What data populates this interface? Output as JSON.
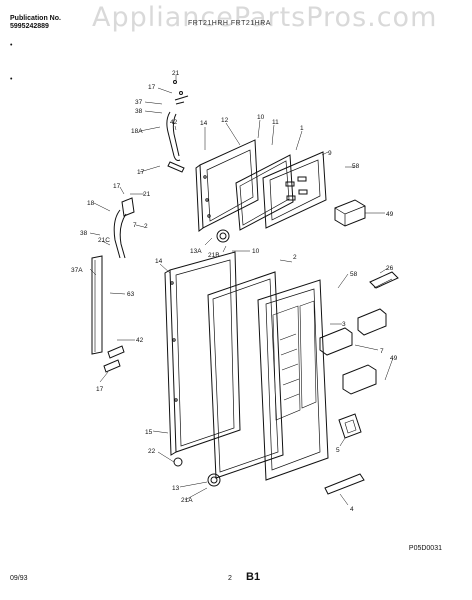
{
  "header": {
    "publication_label": "Publication No.",
    "publication_number": "5995242889",
    "models": "FRT21HRH  FRT21HRA",
    "watermark": "AppliancePartsPros.com"
  },
  "footer": {
    "date": "09/93",
    "page": "2",
    "section": "B1",
    "drawing_ref": "P05D0031"
  },
  "callouts": [
    "21",
    "17",
    "37",
    "38",
    "18A",
    "42",
    "17",
    "14",
    "12",
    "10",
    "11",
    "1",
    "9",
    "58",
    "49",
    "17",
    "21",
    "18",
    "7",
    "2",
    "38",
    "21C",
    "37A",
    "63",
    "42",
    "17",
    "13A",
    "21B",
    "10",
    "14",
    "2",
    "58",
    "26",
    "3",
    "7",
    "49",
    "15",
    "22",
    "13",
    "21A",
    "5",
    "4"
  ]
}
